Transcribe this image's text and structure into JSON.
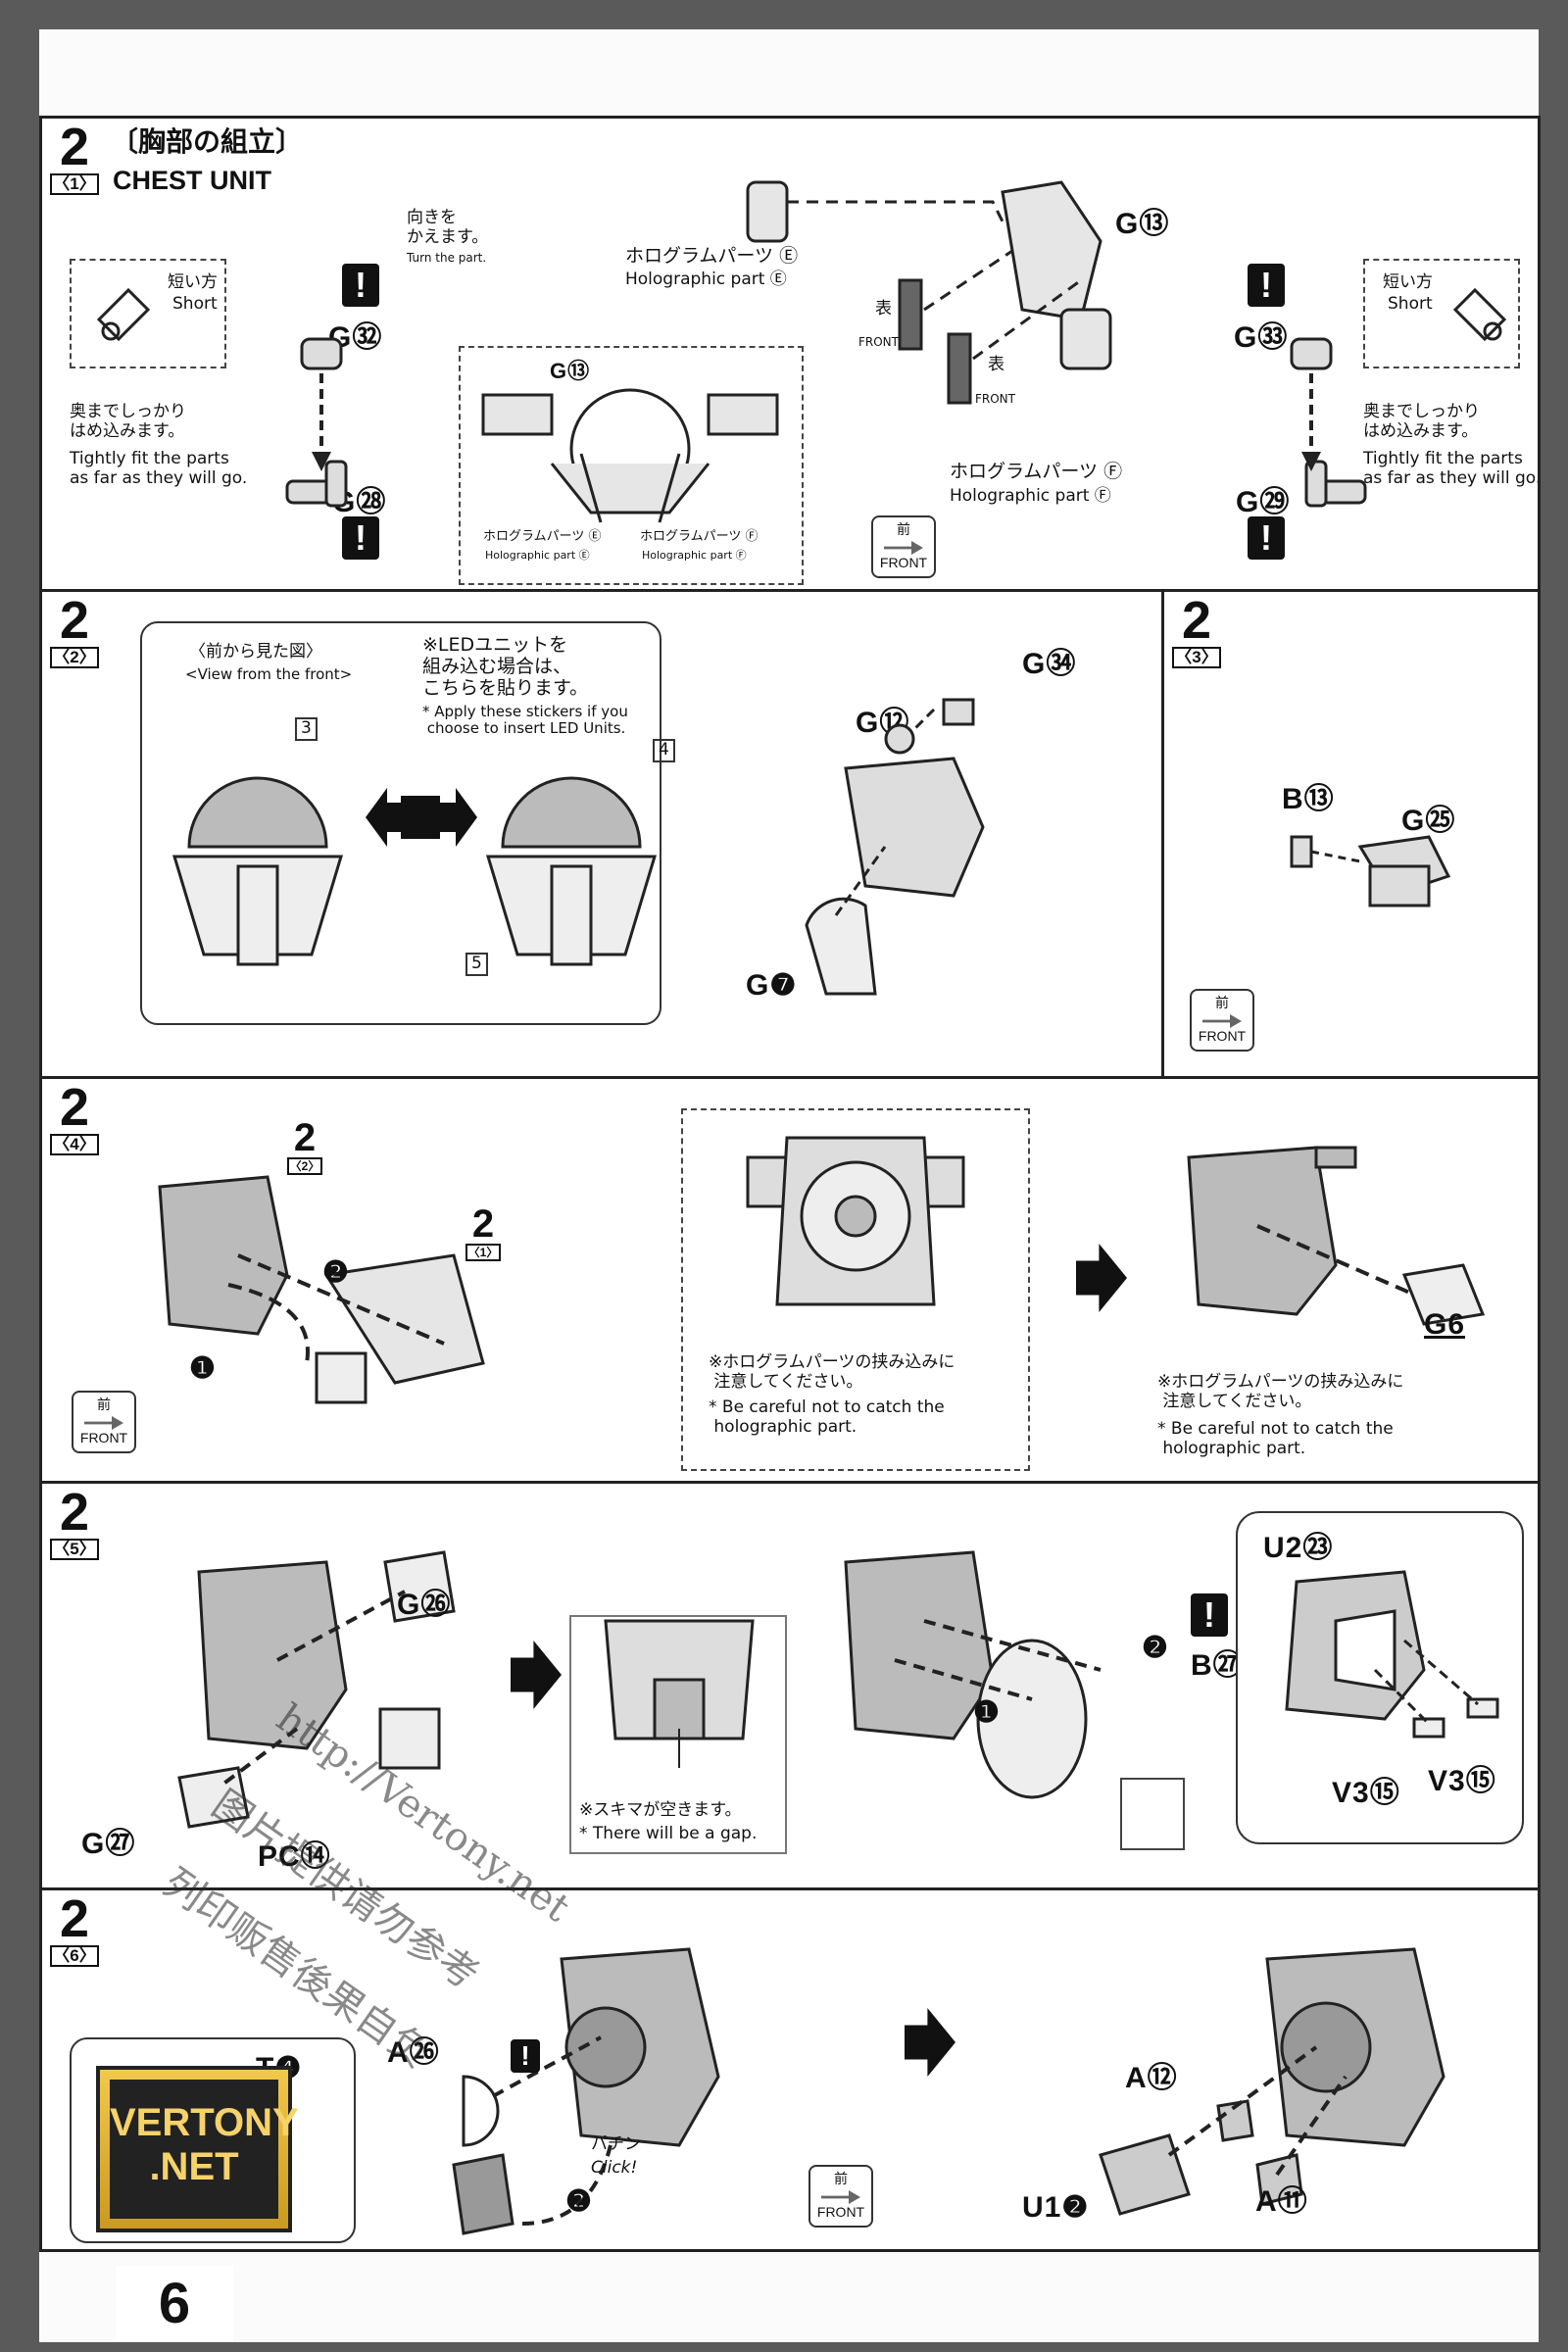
{
  "page_number": "6",
  "step_major": "2",
  "step1": {
    "sub": "〈1〉",
    "title_jp": "〔胸部の組立〕",
    "title_en": "CHEST UNIT",
    "turn_jp": "向きを\nかえます。",
    "turn_en": "Turn the part.",
    "short_jp": "短い方",
    "short_en": "Short",
    "part_g32": "G㉜",
    "part_g28": "G㉘",
    "part_g33": "G㉝",
    "part_g29": "G㉙",
    "part_g13": "G⑬",
    "part_g13_inset": "G⑬",
    "fit_jp": "奥までしっかり\nはめ込みます。",
    "fit_en": "Tightly fit the parts\nas far as they will go.",
    "holo_e_jp": "ホログラムパーツ Ⓔ",
    "holo_e_en": "Holographic part Ⓔ",
    "holo_f_jp": "ホログラムパーツ Ⓕ",
    "holo_f_en": "Holographic part Ⓕ",
    "holo_e_small_jp": "ホログラムパーツ Ⓔ",
    "holo_e_small_en": "Holographic part Ⓔ",
    "holo_f_small_jp": "ホログラムパーツ Ⓕ",
    "holo_f_small_en": "Holographic part Ⓕ",
    "omote": "表",
    "front_en": "FRONT"
  },
  "step2": {
    "sub": "〈2〉",
    "view_jp": "〈前から見た図〉",
    "view_en": "<View from the front>",
    "led_jp": "※LEDユニットを\n組み込む場合は、\nこちらを貼ります。",
    "led_en": "* Apply these stickers if you\n choose to insert LED Units.",
    "sticker_3": "3",
    "sticker_4": "4",
    "sticker_5": "5",
    "part_g34": "G㉞",
    "part_g12": "G⑫",
    "part_g7": "G❼"
  },
  "step3": {
    "sub": "〈3〉",
    "part_b13": "B⑬",
    "part_g25": "G㉕"
  },
  "step4": {
    "sub": "〈4〉",
    "ref_a": "2",
    "ref_a_sub": "〈2〉",
    "ref_b": "2",
    "ref_b_sub": "〈1〉",
    "num_1": "❶",
    "num_2": "❷",
    "note_jp": "※ホログラムパーツの挟み込みに\n 注意してください。",
    "note_en": "* Be careful not to catch the\n holographic part.",
    "part_g6": "G6",
    "note2_jp": "※ホログラムパーツの挟み込みに\n 注意してください。",
    "note2_en": "* Be careful not to catch the\n holographic part."
  },
  "step5": {
    "sub": "〈5〉",
    "part_g26": "G㉖",
    "part_g27": "G㉗",
    "part_pc14": "PC⑭",
    "gap_jp": "※スキマが空きます。",
    "gap_en": "* There will be a gap.",
    "part_b27": "B㉗",
    "part_u223": "U2㉓",
    "part_v315a": "V3⑮",
    "part_v315b": "V3⑮",
    "num_1": "❶",
    "num_2": "❷"
  },
  "step6": {
    "sub": "〈6〉",
    "part_a26": "A㉖",
    "part_t4": "T❹",
    "click_jp": "パチン",
    "click_en": "Click!",
    "num_2": "❷",
    "part_a12": "A⑫",
    "part_u12": "U1❷",
    "part_a11": "A⑪"
  },
  "common": {
    "warn": "!",
    "front_jp": "前",
    "front_en": "FRONT"
  },
  "watermark": {
    "url": "http://Vertony.net",
    "cn1": "图片提供请勿参考",
    "cn2": "列印贩售後果自负",
    "logo_l1": "VERTONY",
    "logo_l2": ".NET"
  }
}
